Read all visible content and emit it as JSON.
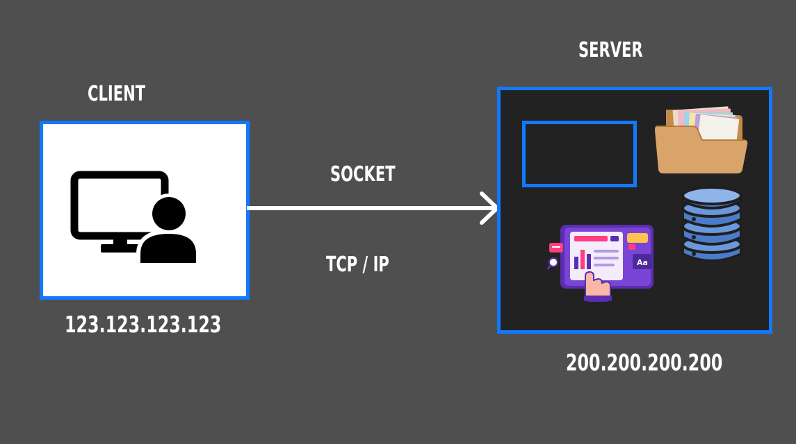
{
  "client": {
    "title": "CLIENT",
    "ip": "123.123.123.123"
  },
  "server": {
    "title": "SERVER",
    "ip": "200.200.200.200"
  },
  "connection": {
    "top_label": "SOCKET",
    "bottom_label": "TCP / IP"
  },
  "icons": {
    "client": "computer-user-icon",
    "server_items": [
      "folder-files-icon",
      "database-icon",
      "web-app-icon"
    ]
  },
  "colors": {
    "background": "#4f4f4f",
    "accent_border": "#1279ff",
    "server_fill": "#222222",
    "client_fill": "#ffffff",
    "text": "#ffffff"
  }
}
